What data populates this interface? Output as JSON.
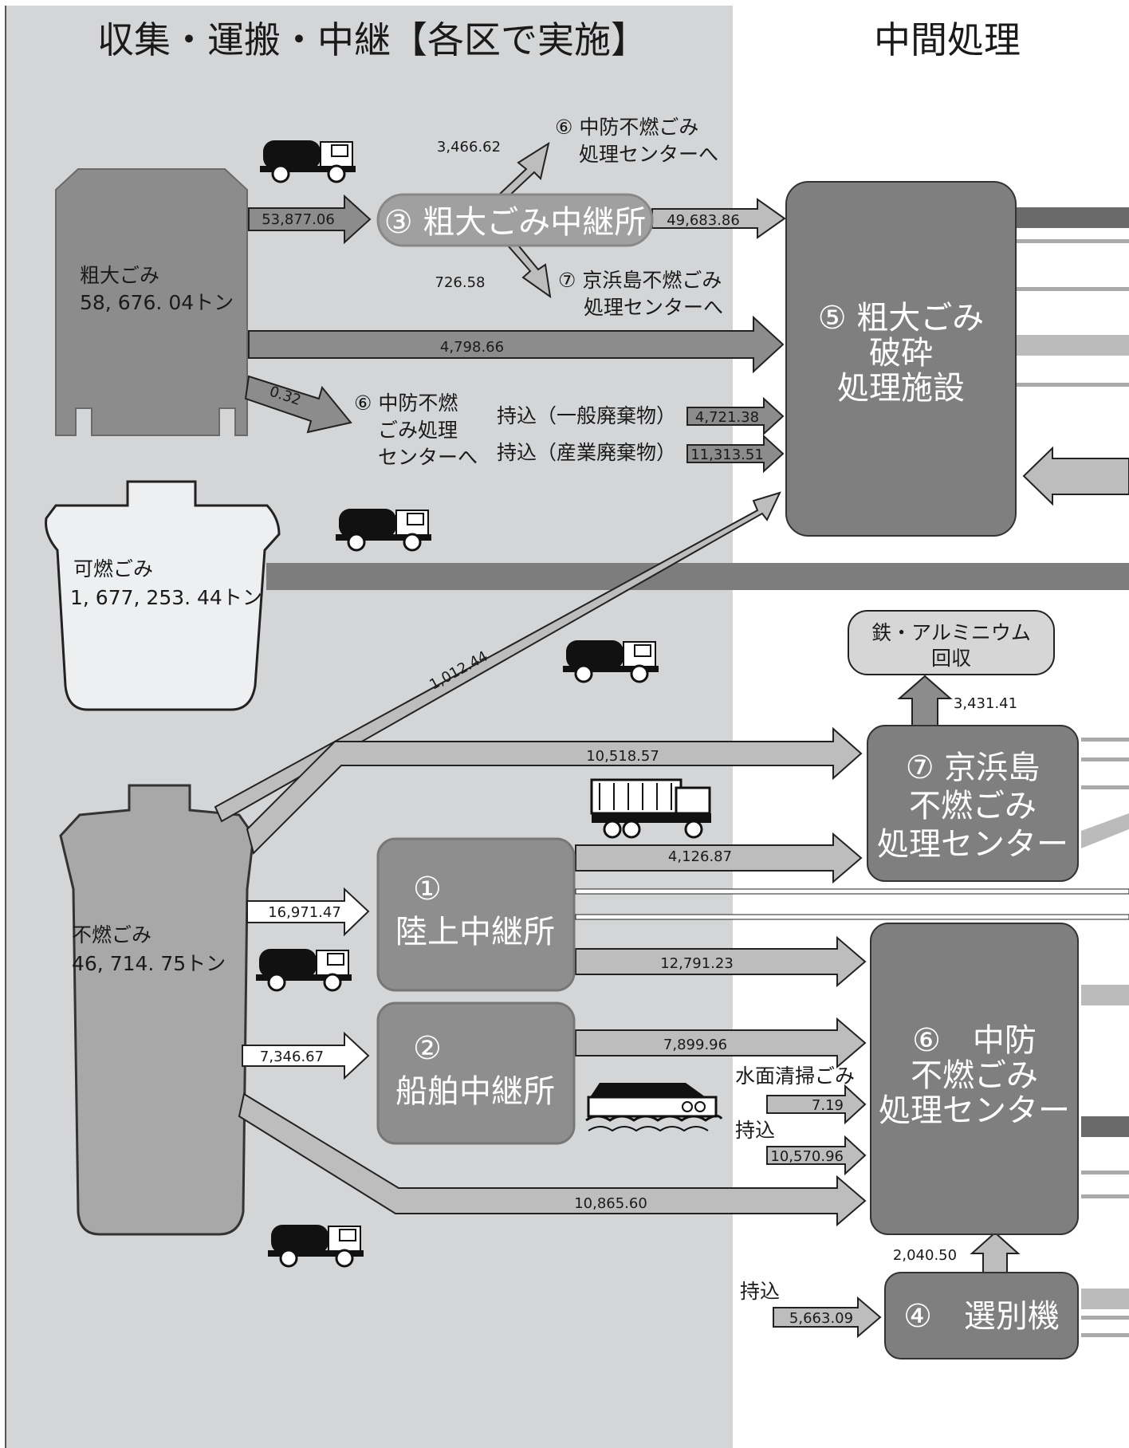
{
  "headers": {
    "left": "収集・運搬・中継【各区で実施】",
    "right": "中間処理"
  },
  "sources": {
    "bulky": {
      "name": "粗大ごみ",
      "amount": "58, 676. 04トン"
    },
    "combustible": {
      "name": "可燃ごみ",
      "amount": "1, 677, 253. 44トン"
    },
    "noncombustible": {
      "name": "不燃ごみ",
      "amount": "46, 714. 75トン"
    }
  },
  "nodes": {
    "bulky_relay": "③ 粗大ごみ中継所",
    "bulky_crush": [
      "⑤ 粗大ごみ",
      "破砕",
      "処理施設"
    ],
    "keihin": [
      "⑦ 京浜島",
      "不燃ごみ",
      "処理センター"
    ],
    "land_relay": [
      "①",
      "陸上中継所"
    ],
    "ship_relay": [
      "②",
      "船舶中継所"
    ],
    "chubo": [
      "⑥　中防",
      "不燃ごみ",
      "処理センター"
    ],
    "sorter": "④　選別機",
    "metal": [
      "鉄・アルミニウム",
      "回収"
    ]
  },
  "labels": {
    "to_chubo_1": [
      "⑥ 中防不燃ごみ",
      "処理センターへ"
    ],
    "to_keihin": [
      "⑦ 京浜島不燃ごみ",
      "処理センターへ"
    ],
    "to_chubo_2": [
      "⑥ 中防不燃",
      "ごみ処理",
      "センターへ"
    ],
    "carry_general": "持込（一般廃棄物）",
    "carry_industrial": "持込（産業廃棄物）",
    "water_surface": "水面清掃ごみ",
    "carry_in_1": "持込",
    "carry_in_2": "持込"
  },
  "flows": {
    "bulky_to_relay": "53,877.06",
    "relay_to_chubo": "3,466.62",
    "relay_to_crush": "49,683.86",
    "relay_to_keihin": "726.58",
    "bulky_to_crush": "4,798.66",
    "bulky_to_chubo": "0.32",
    "general_in": "4,721.38",
    "industrial_in": "11,313.51",
    "nonc_to_crush": "1,012.44",
    "nonc_to_keihin": "10,518.57",
    "land_to_keihin": "4,126.87",
    "nonc_to_land": "16,971.47",
    "land_to_chubo": "12,791.23",
    "nonc_to_ship": "7,346.67",
    "ship_to_chubo": "7,899.96",
    "water_in": "7.19",
    "carry_chubo": "10,570.96",
    "nonc_to_chubo": "10,865.60",
    "keihin_metal": "3,431.41",
    "sorter_to_chubo": "2,040.50",
    "carry_sorter": "5,663.09"
  }
}
